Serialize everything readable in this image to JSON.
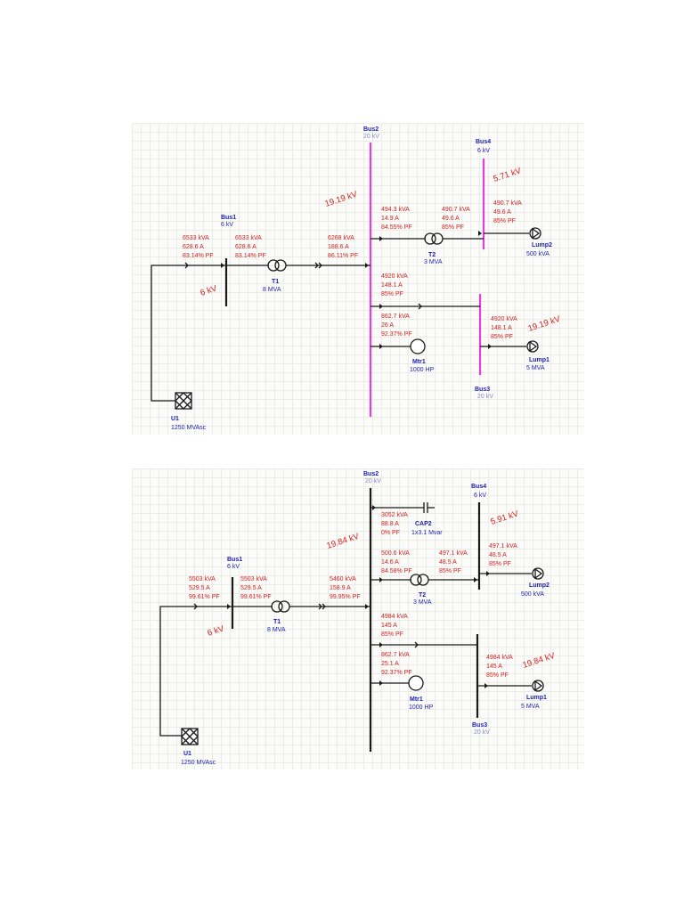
{
  "diagram1": {
    "u1": {
      "name": "U1",
      "rating": "1250 MVAsc"
    },
    "bus1": {
      "name": "Bus1",
      "kv": "6 kV",
      "voltage": "6 kV"
    },
    "bus2": {
      "name": "Bus2",
      "kv": "20 kV",
      "voltage": "19.19 kV"
    },
    "bus3": {
      "name": "Bus3",
      "kv": "20 kV",
      "voltage": "19.19 kV"
    },
    "bus4": {
      "name": "Bus4",
      "kv": "6 kV",
      "voltage": "5.71 kV"
    },
    "t1": {
      "name": "T1",
      "rating": "8 MVA"
    },
    "t2": {
      "name": "T2",
      "rating": "3 MVA"
    },
    "mtr1": {
      "name": "Mtr1",
      "rating": "1000 HP"
    },
    "lump1": {
      "name": "Lump1",
      "rating": "5 MVA"
    },
    "lump2": {
      "name": "Lump2",
      "rating": "500 kVA"
    },
    "flows": {
      "u1_bus1": [
        "6533 kVA",
        "628.6 A",
        "83.14% PF"
      ],
      "bus1_t1": [
        "6533 kVA",
        "628.6 A",
        "83.14% PF"
      ],
      "t1_bus2": [
        "6268 kVA",
        "188.6 A",
        "86.11% PF"
      ],
      "bus2_t2": [
        "494.3 kVA",
        "14.9 A",
        "84.55% PF"
      ],
      "t2_bus4": [
        "490.7 kVA",
        "49.6 A",
        "85% PF"
      ],
      "bus4_lump2": [
        "490.7 kVA",
        "49.6 A",
        "85% PF"
      ],
      "bus2_bus3": [
        "4920 kVA",
        "148.1 A",
        "85% PF"
      ],
      "bus2_mtr1": [
        "862.7 kVA",
        "26 A",
        "92.37% PF"
      ],
      "bus3_lump1": [
        "4920 kVA",
        "148.1 A",
        "85% PF"
      ]
    }
  },
  "diagram2": {
    "u1": {
      "name": "U1",
      "rating": "1250 MVAsc"
    },
    "bus1": {
      "name": "Bus1",
      "kv": "6 kV",
      "voltage": "6 kV"
    },
    "bus2": {
      "name": "Bus2",
      "kv": "20 kV",
      "voltage": "19.84 kV"
    },
    "bus3": {
      "name": "Bus3",
      "kv": "20 kV",
      "voltage": "19.84 kV"
    },
    "bus4": {
      "name": "Bus4",
      "kv": "6 kV",
      "voltage": "5.91 kV"
    },
    "t1": {
      "name": "T1",
      "rating": "8 MVA"
    },
    "t2": {
      "name": "T2",
      "rating": "3 MVA"
    },
    "cap2": {
      "name": "CAP2",
      "rating": "1x3.1 Mvar"
    },
    "mtr1": {
      "name": "Mtr1",
      "rating": "1000 HP"
    },
    "lump1": {
      "name": "Lump1",
      "rating": "5 MVA"
    },
    "lump2": {
      "name": "Lump2",
      "rating": "500 kVA"
    },
    "flows": {
      "u1_bus1": [
        "5503 kVA",
        "529.5 A",
        "99.61% PF"
      ],
      "bus1_t1": [
        "5503 kVA",
        "529.5 A",
        "99.61% PF"
      ],
      "t1_bus2": [
        "5460 kVA",
        "158.9 A",
        "99.95% PF"
      ],
      "bus2_cap2": [
        "3052 kVA",
        "88.8 A",
        "0% PF"
      ],
      "bus2_t2": [
        "500.6 kVA",
        "14.6 A",
        "84.58% PF"
      ],
      "t2_bus4": [
        "497.1 kVA",
        "48.5 A",
        "85% PF"
      ],
      "bus4_lump2": [
        "497.1 kVA",
        "48.5 A",
        "85% PF"
      ],
      "bus2_bus3": [
        "4984 kVA",
        "145 A",
        "85% PF"
      ],
      "bus2_mtr1": [
        "862.7 kVA",
        "25.1 A",
        "92.37% PF"
      ],
      "bus3_lump1": [
        "4984 kVA",
        "145 A",
        "85% PF"
      ]
    }
  }
}
